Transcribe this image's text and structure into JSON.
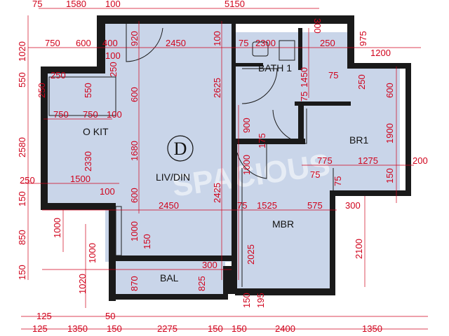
{
  "unit_label": "D",
  "rooms": {
    "bath": "BATH 1",
    "kit": "O KIT",
    "livdin": "LIV/DIN",
    "br1": "BR1",
    "mbr": "MBR",
    "bal": "BAL"
  },
  "watermark": "SPACIOUS",
  "colors": {
    "room_fill": "#c9d5e9",
    "wall": "#1a1a1a",
    "dimension": "#d0021b"
  },
  "dims_top": [
    "75",
    "1580",
    "100",
    "5150",
    "300"
  ],
  "dims_row2": [
    "750",
    "600",
    "400",
    "100",
    "920",
    "2450",
    "100",
    "75",
    "2300",
    "250",
    "975",
    "1200"
  ],
  "dims_left": [
    "1020",
    "550",
    "2580",
    "250",
    "150",
    "850",
    "150"
  ],
  "dims_kitchen": [
    "250",
    "250",
    "550",
    "750",
    "750",
    "100",
    "2330",
    "1500",
    "100"
  ],
  "dims_living": [
    "250",
    "600",
    "1680",
    "2625",
    "600",
    "2425",
    "2450",
    "75",
    "1525",
    "575",
    "300",
    "1000",
    "150",
    "1000",
    "2025",
    "300",
    "825",
    "870",
    "1020",
    "1000",
    "150",
    "195"
  ],
  "dims_bath": [
    "1450",
    "75",
    "75",
    "250"
  ],
  "dims_br1": [
    "900",
    "175",
    "1000",
    "600",
    "1900",
    "775",
    "1275",
    "200",
    "75",
    "75",
    "150",
    "2100"
  ],
  "dims_bottom_row1": [
    "125",
    "50"
  ],
  "dims_bottom_row2": [
    "125",
    "1350",
    "150",
    "2275",
    "150",
    "150",
    "2400",
    "1350"
  ]
}
